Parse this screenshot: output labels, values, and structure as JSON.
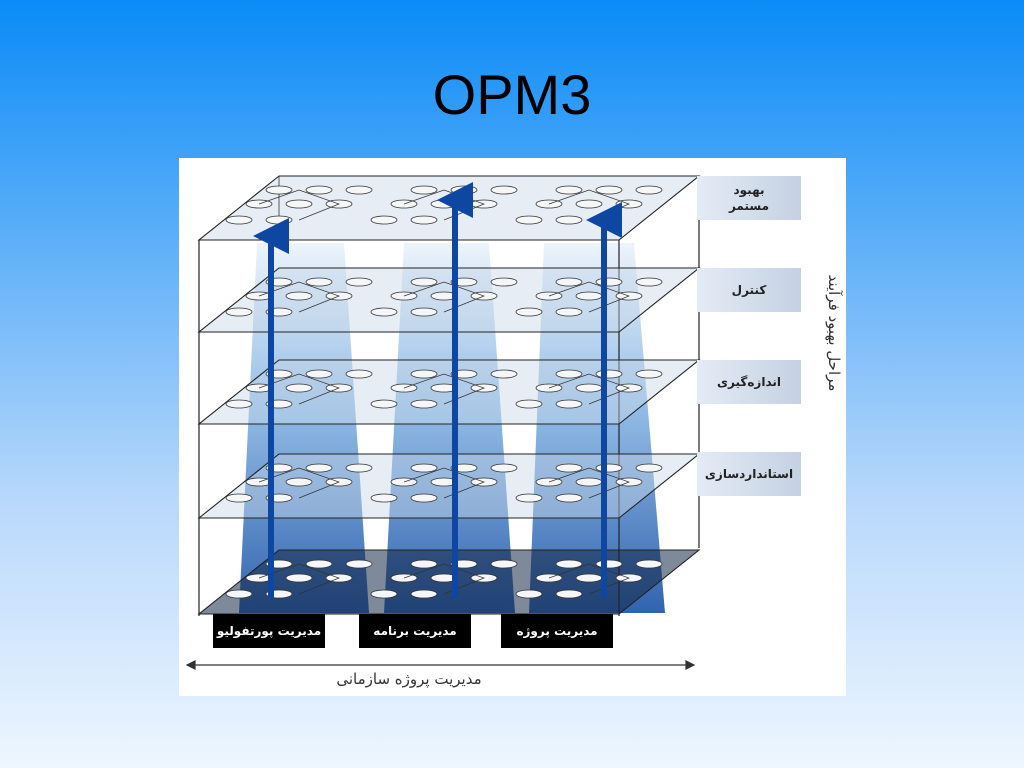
{
  "slide": {
    "title": "OPM3"
  },
  "figure": {
    "stage_labels": [
      {
        "text": "بهبود\nمستمر"
      },
      {
        "text": "کنترل"
      },
      {
        "text": "اندازه‌گیری"
      },
      {
        "text": "استانداردسازی"
      }
    ],
    "domain_labels": [
      {
        "text": "مدیریت پورتفولیو"
      },
      {
        "text": "مدیریت برنامه"
      },
      {
        "text": "مدیریت پروژه"
      }
    ],
    "axis_right_label": "مراحل بهبود فرآیند",
    "axis_bottom_label": "مدیریت پروژه سازمانی",
    "colors": {
      "column_blue": "#1565c0",
      "arrow_blue": "#0d47a1",
      "background_top": "#0a8bf7"
    }
  }
}
